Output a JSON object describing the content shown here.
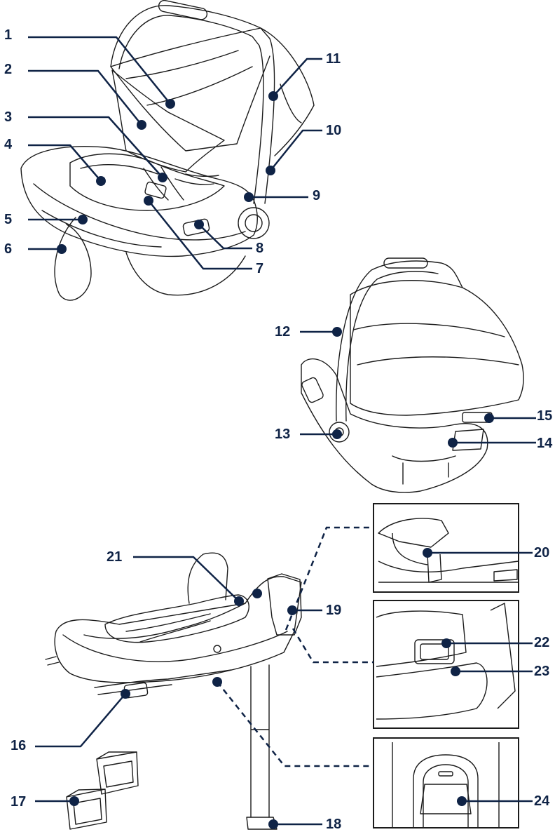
{
  "colors": {
    "callout": "#0f2346",
    "line_art": "#1b1b1b",
    "background": "#ffffff"
  },
  "callouts": {
    "c1": "1",
    "c2": "2",
    "c3": "3",
    "c4": "4",
    "c5": "5",
    "c6": "6",
    "c7": "7",
    "c8": "8",
    "c9": "9",
    "c10": "10",
    "c11": "11",
    "c12": "12",
    "c13": "13",
    "c14": "14",
    "c15": "15",
    "c16": "16",
    "c17": "17",
    "c18": "18",
    "c19": "19",
    "c20": "20",
    "c21": "21",
    "c22": "22",
    "c23": "23",
    "c24": "24"
  }
}
